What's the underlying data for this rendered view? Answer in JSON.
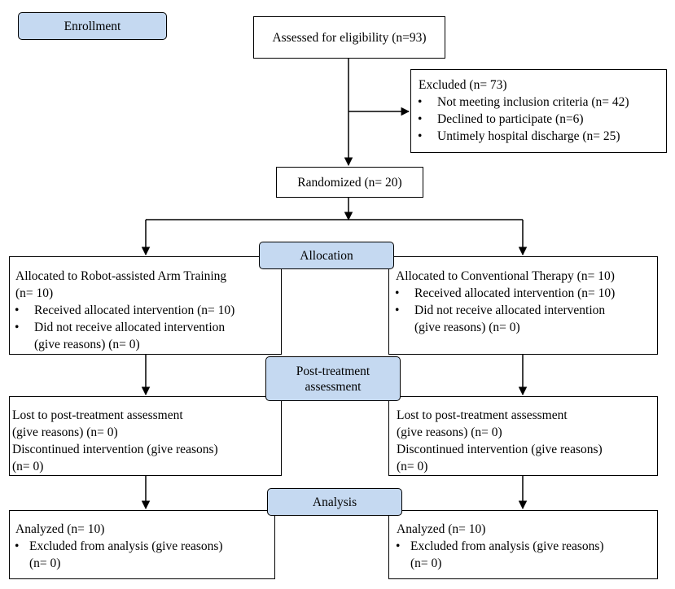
{
  "phases": {
    "enrollment": "Enrollment",
    "allocation": "Allocation",
    "post_treatment": "Post-treatment assessment",
    "analysis": "Analysis"
  },
  "assessed": "Assessed for eligibility (n=93)",
  "excluded": {
    "title": "Excluded  (n= 73)",
    "items": [
      "Not meeting inclusion criteria (n= 42)",
      "Declined to participate (n=6)",
      "Untimely hospital discharge (n= 25)"
    ]
  },
  "randomized": "Randomized (n= 20)",
  "left_arm": {
    "allocated_line1": "Allocated to Robot-assisted Arm Training",
    "allocated_line2": "(n= 10)",
    "received": "Received allocated intervention (n= 10)",
    "not_received_line1": "Did not receive allocated intervention",
    "not_received_line2": "(give reasons) (n= 0)",
    "lost_line1": "Lost to post-treatment assessment",
    "lost_line2": " (give reasons) (n= 0)",
    "discontinued_line1": "Discontinued intervention (give reasons)",
    "discontinued_line2": "(n= 0)",
    "analyzed": "Analyzed  (n= 10)",
    "excluded_line1": "Excluded from analysis (give reasons)",
    "excluded_line2": "(n= 0)"
  },
  "right_arm": {
    "allocated_line1": "Allocated to Conventional Therapy (n= 10)",
    "received": "Received allocated intervention (n= 10)",
    "not_received_line1": "Did not receive allocated intervention",
    "not_received_line2": "(give reasons) (n= 0)",
    "lost_line1": "Lost to post-treatment assessment",
    "lost_line2": " (give reasons) (n= 0)",
    "discontinued_line1": "Discontinued intervention (give reasons)",
    "discontinued_line2": "(n= 0)",
    "analyzed": "Analyzed  (n= 10)",
    "excluded_line1": "Excluded from analysis (give reasons)",
    "excluded_line2": "(n= 0)"
  }
}
